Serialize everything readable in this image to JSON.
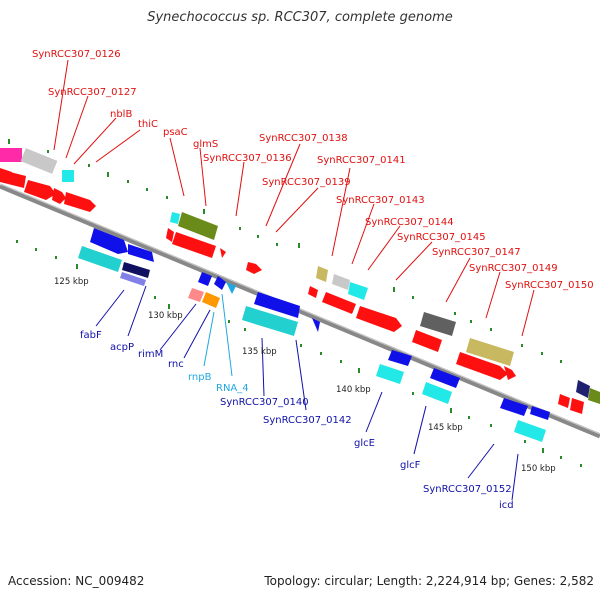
{
  "title": "Synechococcus sp. RCC307, complete genome",
  "footer": {
    "accession": "Accession: NC_009482",
    "summary": "Topology: circular; Length: 2,224,914 bp; Genes: 2,582"
  },
  "colors": {
    "backbone": "#8a8a8a",
    "forward_label": "#e01010",
    "reverse_label": "#1010a8",
    "rna_label": "#20a8e0",
    "tick": "#2a8a2a"
  },
  "scale_labels": [
    "125 kbp",
    "130 kbp",
    "135 kbp",
    "140 kbp",
    "145 kbp",
    "150 kbp"
  ],
  "forward_labels": [
    "SynRCC307_0126",
    "SynRCC307_0127",
    "nblB",
    "thiC",
    "psaC",
    "glmS",
    "SynRCC307_0136",
    "SynRCC307_0138",
    "SynRCC307_0139",
    "SynRCC307_0141",
    "SynRCC307_0143",
    "SynRCC307_0144",
    "SynRCC307_0145",
    "SynRCC307_0147",
    "SynRCC307_0149",
    "SynRCC307_0150"
  ],
  "reverse_labels": [
    "fabF",
    "acpP",
    "rimM",
    "rnc",
    "rnpB",
    "RNA_4",
    "SynRCC307_0140",
    "SynRCC307_0142",
    "glcE",
    "glcF",
    "SynRCC307_0152",
    "icd"
  ]
}
